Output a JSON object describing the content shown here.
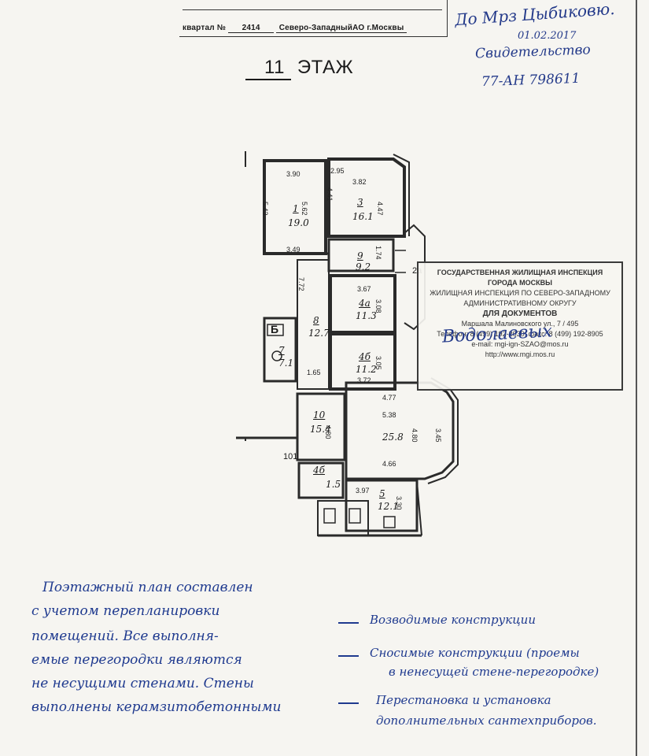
{
  "header": {
    "quarter_label": "квартал №",
    "quarter_number": "2414",
    "district": "Северо-ЗападныйАО г.Москвы"
  },
  "floor_title": {
    "number": "11",
    "label": "ЭТАЖ"
  },
  "handwritten_top": {
    "signature": "До Мрз Цыбиковю.",
    "date": "01.02.2017",
    "certificate_label": "Свидетельство",
    "certificate_number": "77-АН 798611"
  },
  "rooms": [
    {
      "number": "1",
      "area": "19.0",
      "dims": [
        "3.90",
        "5.43",
        "5.62",
        "3.49"
      ]
    },
    {
      "number": "3",
      "area": "16.1",
      "dims": [
        "2.95",
        "3.82",
        "4.41",
        "4.47"
      ]
    },
    {
      "number": "9",
      "area": "9.2",
      "dims": [
        "1.74"
      ]
    },
    {
      "number": "4а",
      "area": "11.3",
      "dims": [
        "3.67",
        "3.08"
      ]
    },
    {
      "number": "4б",
      "area": "11.2",
      "dims": [
        "3.05",
        "3.72"
      ]
    },
    {
      "number": "8",
      "area": "12.7",
      "dims": [
        "7.72",
        "1.65"
      ]
    },
    {
      "number": "7",
      "area": "7.1",
      "dims": []
    },
    {
      "number": "10",
      "area": "15.4",
      "dims": [
        "4.80"
      ]
    },
    {
      "number": "",
      "area": "25.8",
      "dims": [
        "4.77",
        "5.38",
        "4.80",
        "3.45",
        "4.66"
      ]
    },
    {
      "number": "5",
      "area": "12.1",
      "dims": [
        "3.97",
        "3.30"
      ]
    },
    {
      "number": "4б",
      "area": "1.5",
      "dims": []
    }
  ],
  "plan_labels": {
    "room_2a": "2а",
    "door_101": "101",
    "mark_b": "Б"
  },
  "stamp": {
    "line1": "ГОСУДАРСТВЕННАЯ ЖИЛИЩНАЯ ИНСПЕКЦИЯ",
    "line2": "ГОРОДА МОСКВЫ",
    "line3": "ЖИЛИЩНАЯ ИНСПЕКЦИЯ ПО СЕВЕРО-ЗАПАДНОМУ",
    "line4": "АДМИНИСТРАТИВНОМУ ОКРУГУ",
    "line5": "ДЛЯ ДОКУМЕНТОВ",
    "line6": "Маршала Малиновского ул., 7 /      495",
    "line7": "Телефон: 8 (499) 192-2030; факс: 8 (499) 192-8905",
    "line8": "e-mail: mgi-ign-SZAO@mos.ru",
    "line9": "http://www.mgi.mos.ru",
    "signature": "Водолаевых"
  },
  "notes": [
    "Поэтажный план составлен",
    "с учетом перепланировки",
    "помещений. Все выполня-",
    "емые перегородки являются",
    "не несущими стенами. Стены",
    "выполнены керамзитобетонными"
  ],
  "legend": [
    "Возводимые конструкции",
    "Сносимые конструкции (проемы",
    "в ненесущей стене-перегородке)",
    "Перестановка и установка",
    "дополнительных сантехприборов."
  ],
  "colors": {
    "ink_blue": "#243a8a",
    "line": "#2a2a2a"
  }
}
